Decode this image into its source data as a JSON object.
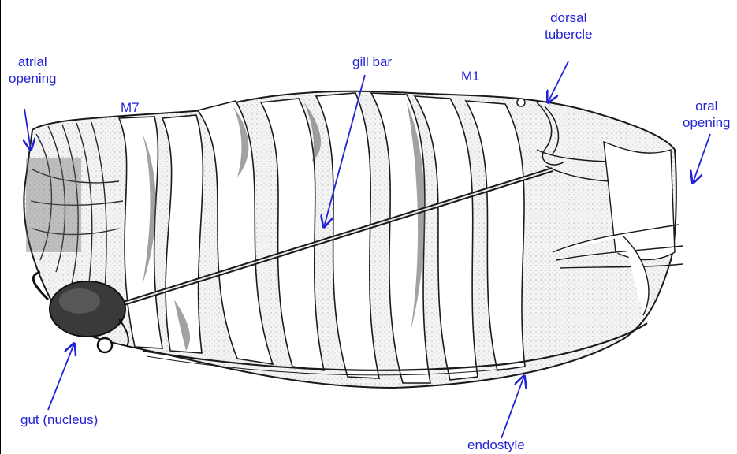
{
  "colors": {
    "label": "#2323d6",
    "ink": "#1a1a1a",
    "shade": "#9a9a9a",
    "body_fill": "#f3f3f3"
  },
  "labels": {
    "atrial_opening": {
      "line1": "atrial",
      "line2": "opening"
    },
    "m7": "M7",
    "gill_bar": "gill bar",
    "m1": "M1",
    "dorsal_tubercle": {
      "line1": "dorsal",
      "line2": "tubercle"
    },
    "oral_opening": {
      "line1": "oral",
      "line2": "opening"
    },
    "gut_nucleus": "gut (nucleus)",
    "endostyle": "endostyle"
  }
}
